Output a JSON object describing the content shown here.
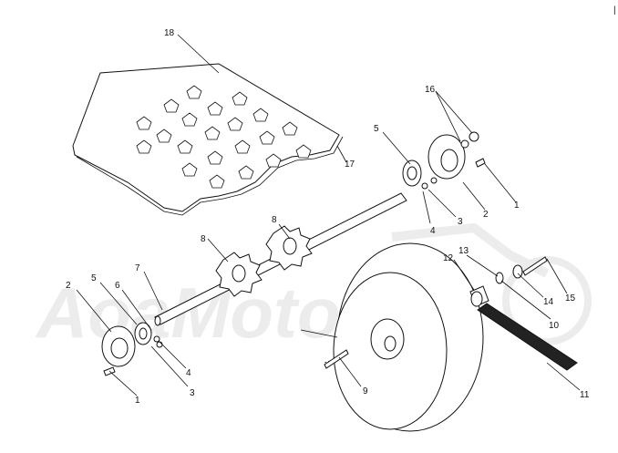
{
  "diagram": {
    "corner_mark": "|",
    "callouts": [
      {
        "id": "c18a",
        "text": "18"
      },
      {
        "id": "c17",
        "text": "17"
      },
      {
        "id": "c16",
        "text": "16"
      },
      {
        "id": "c5r",
        "text": "5"
      },
      {
        "id": "c1r",
        "text": "1"
      },
      {
        "id": "c2r",
        "text": "2"
      },
      {
        "id": "c3r",
        "text": "3"
      },
      {
        "id": "c4r",
        "text": "4"
      },
      {
        "id": "c8a",
        "text": "8"
      },
      {
        "id": "c8b",
        "text": "8"
      },
      {
        "id": "c7",
        "text": "7"
      },
      {
        "id": "c2l",
        "text": "2"
      },
      {
        "id": "c5l",
        "text": "5"
      },
      {
        "id": "c6",
        "text": "6"
      },
      {
        "id": "c4l",
        "text": "4"
      },
      {
        "id": "c3l",
        "text": "3"
      },
      {
        "id": "c1l",
        "text": "1"
      },
      {
        "id": "c12",
        "text": "12"
      },
      {
        "id": "c13",
        "text": "13"
      },
      {
        "id": "c14",
        "text": "14"
      },
      {
        "id": "c15",
        "text": "15"
      },
      {
        "id": "c10",
        "text": "10"
      },
      {
        "id": "c9",
        "text": "9"
      },
      {
        "id": "c11",
        "text": "11"
      }
    ]
  }
}
